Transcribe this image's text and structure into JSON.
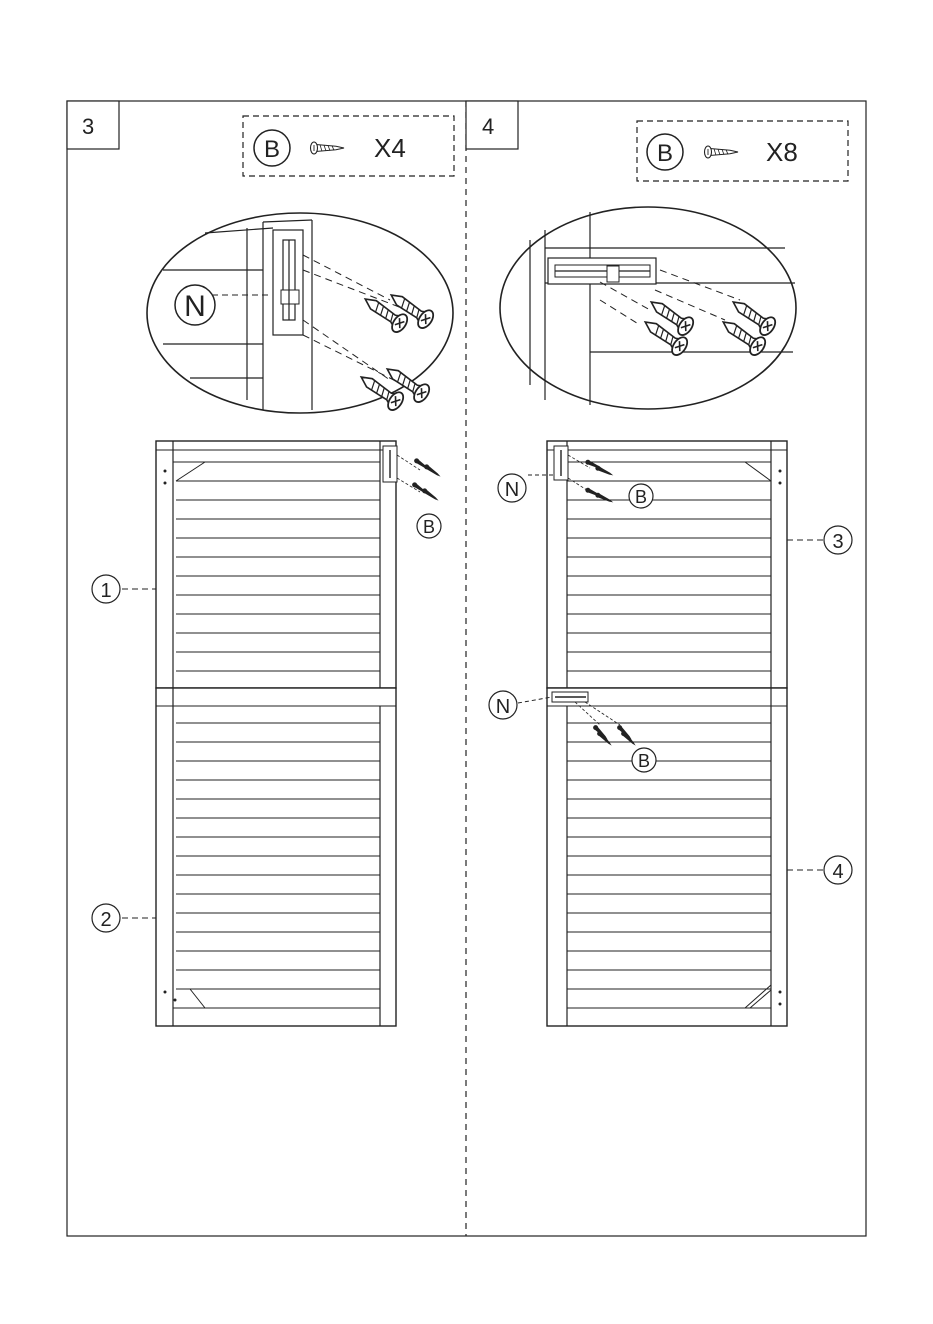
{
  "steps": [
    {
      "number": "3",
      "parts_box": {
        "part_letter": "B",
        "part_icon": "screw-icon",
        "quantity": "X4"
      },
      "callouts": [
        "N",
        "B"
      ],
      "panel_labels": [
        "1",
        "2"
      ]
    },
    {
      "number": "4",
      "parts_box": {
        "part_letter": "B",
        "part_icon": "screw-icon",
        "quantity": "X8"
      },
      "callouts": [
        "N",
        "B",
        "N",
        "B"
      ],
      "panel_labels": [
        "3",
        "4"
      ]
    }
  ],
  "colors": {
    "line": "#222222",
    "background": "#ffffff"
  }
}
